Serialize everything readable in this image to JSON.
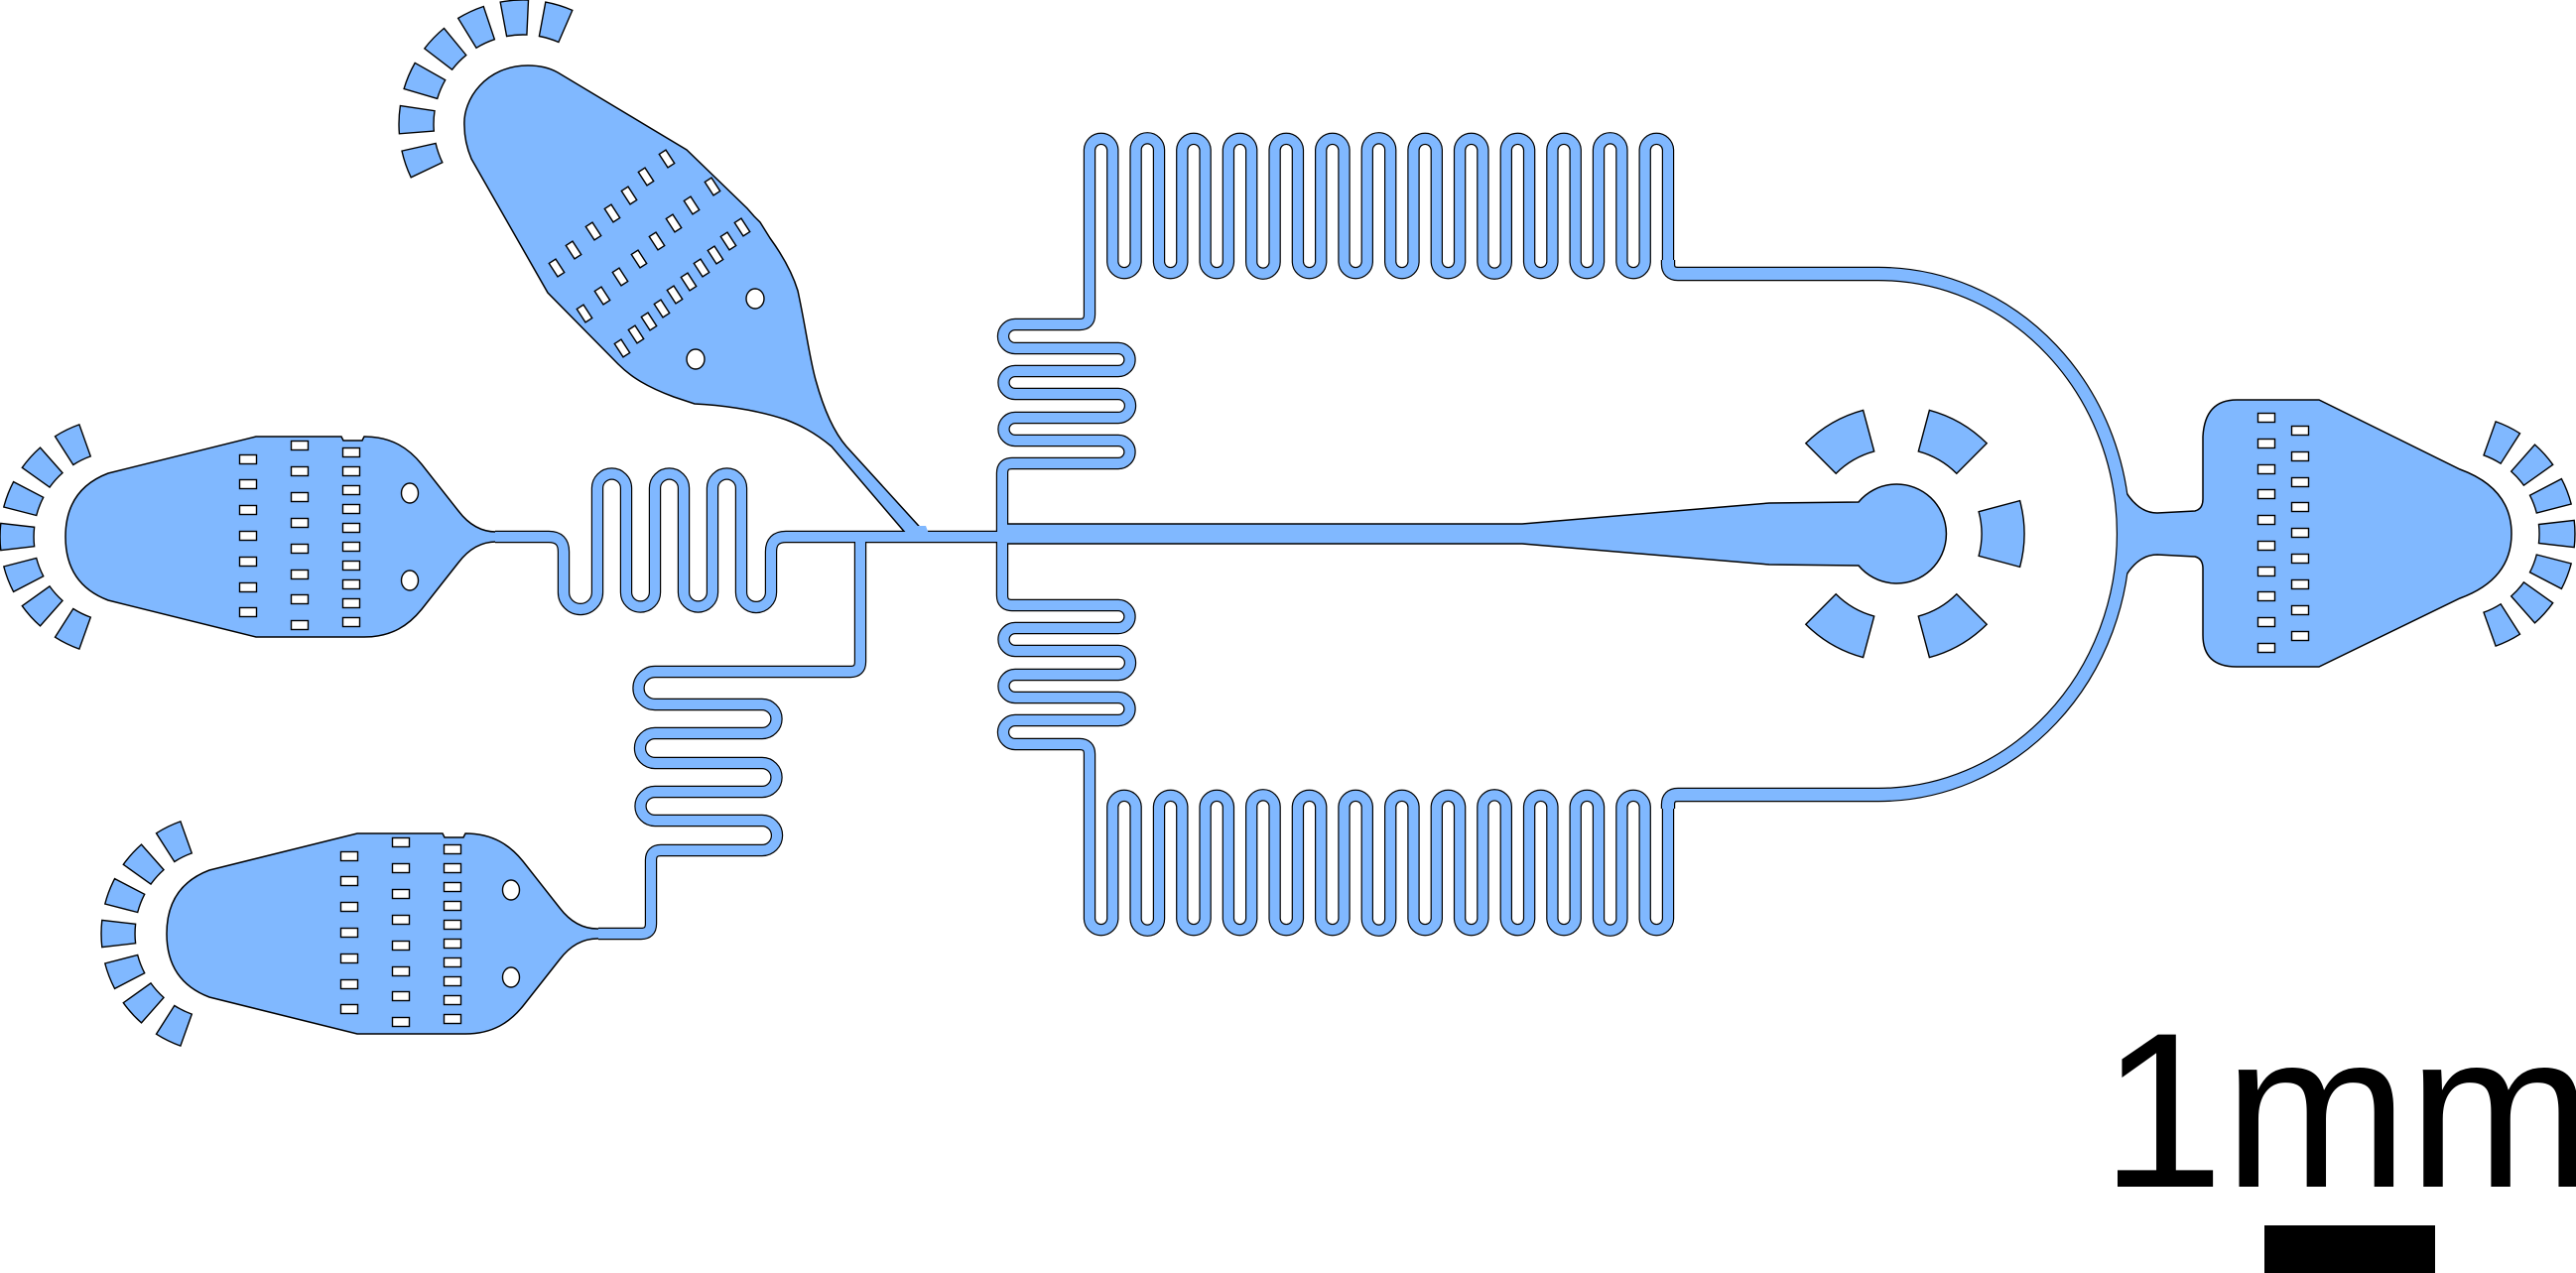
{
  "figure": {
    "type": "microfluidic chip layout",
    "scale_bar": {
      "label": "1mm"
    }
  },
  "colors": {
    "channel_fill": "#80b8ff",
    "outline": "#000000",
    "background": "#ffffff",
    "pillar_fill": "#ffffff"
  },
  "icons": {
    "inlet_filters": "inlet-filter-chamber",
    "outlet_blades": "outlet-guide-blade"
  }
}
